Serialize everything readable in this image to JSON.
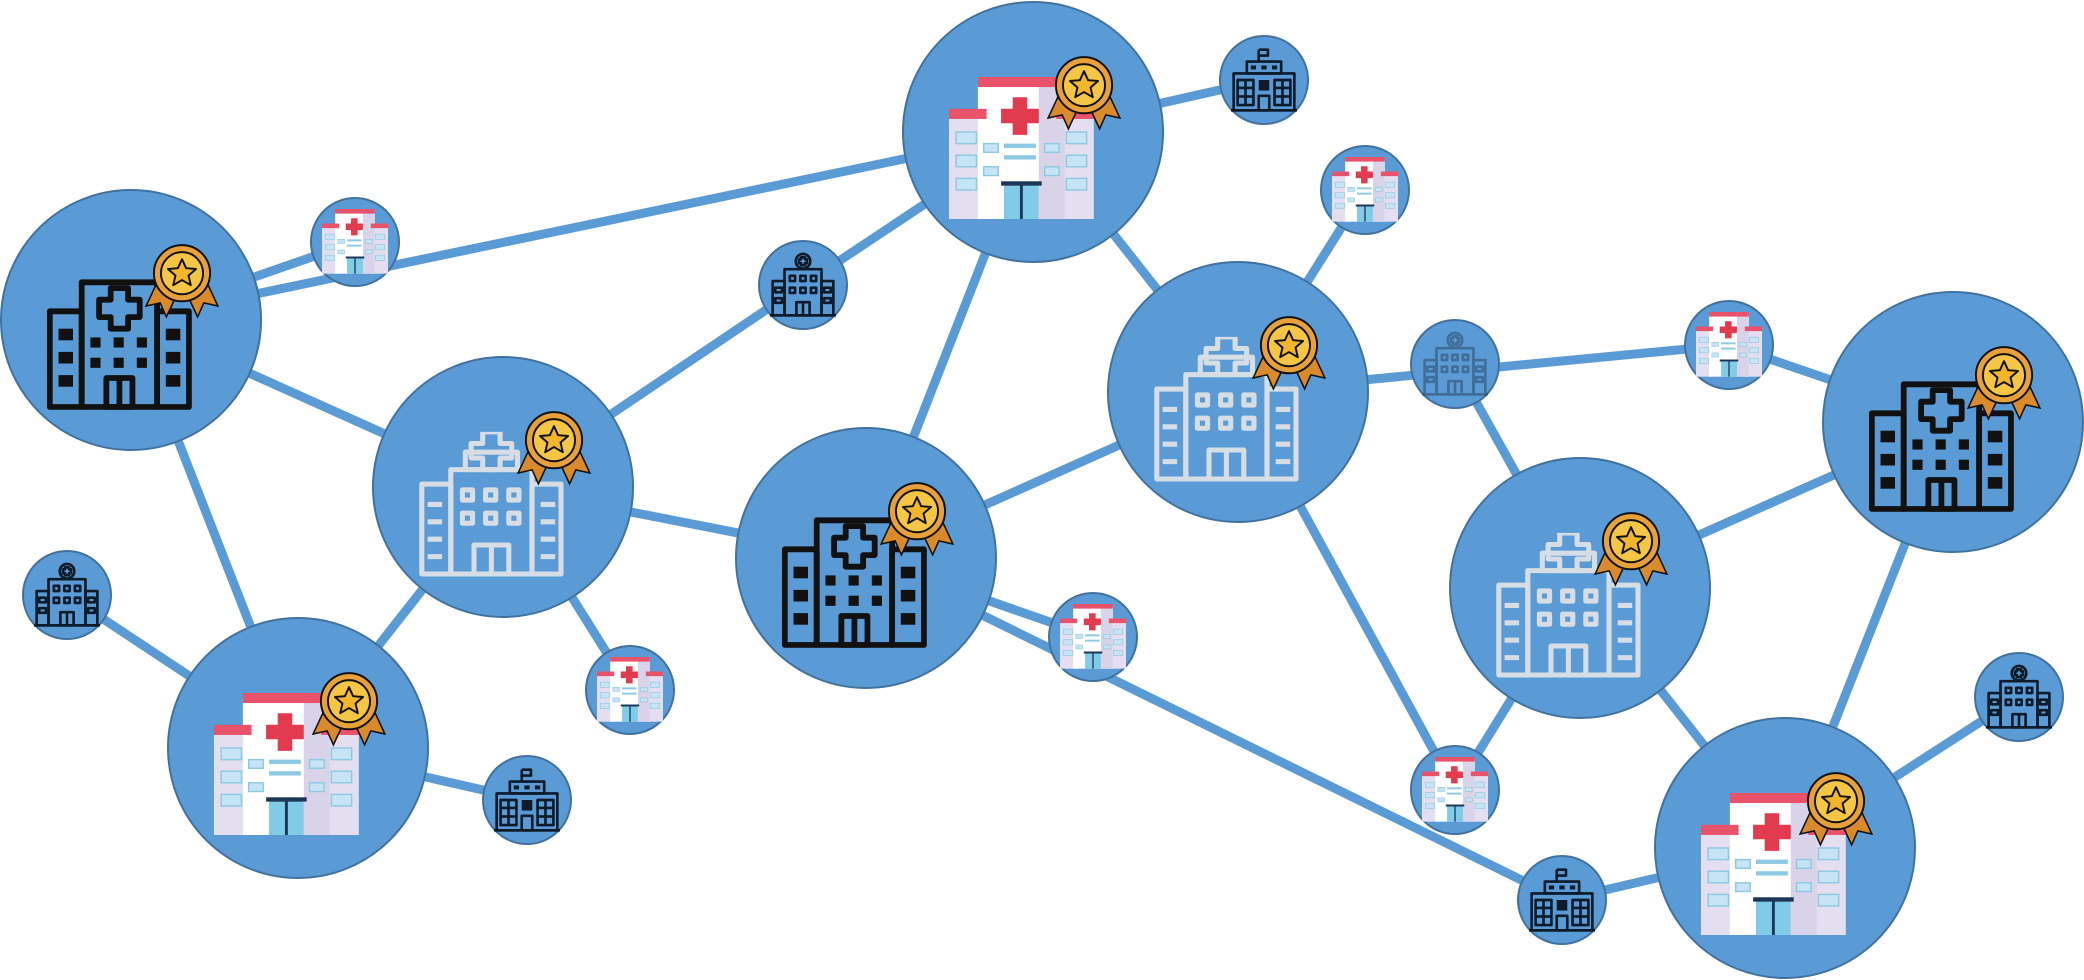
{
  "colors": {
    "node_fill": "#5b9bd5",
    "node_stroke": "#41729f",
    "edge": "#5b9bd5",
    "icon_dark": "#111111",
    "icon_navy": "#0d1b2a",
    "icon_light": "#d6dde5",
    "icon_colored_wall": "#ffffff",
    "icon_colored_side": "#c8c0dd",
    "icon_colored_roof": "#e8536b",
    "icon_colored_cross": "#e23b4f",
    "icon_colored_window": "#c6e4f3",
    "icon_colored_door": "#7fcbe8",
    "medal_gold": "#f5c646",
    "medal_rim": "#e8a13a",
    "medal_ribbon": "#d98a2c",
    "star": "#f2b52b"
  },
  "nodes": [
    {
      "id": "hub-top-center",
      "size": "hub",
      "icon": "hospital-colored-icon",
      "badge": "star-medal-icon"
    },
    {
      "id": "hub-left",
      "size": "hub",
      "icon": "hospital-outline-dark-icon",
      "badge": "star-medal-icon"
    },
    {
      "id": "hub-center-left",
      "size": "hub",
      "icon": "hospital-outline-light-icon",
      "badge": "star-medal-icon"
    },
    {
      "id": "hub-center",
      "size": "hub",
      "icon": "hospital-outline-dark-icon",
      "badge": "star-medal-icon"
    },
    {
      "id": "hub-center-right",
      "size": "hub",
      "icon": "hospital-outline-light-icon",
      "badge": "star-medal-icon"
    },
    {
      "id": "hub-bottom-left",
      "size": "hub",
      "icon": "hospital-colored-icon",
      "badge": "star-medal-icon"
    },
    {
      "id": "hub-right-middle",
      "size": "hub",
      "icon": "hospital-outline-light-icon",
      "badge": "star-medal-icon"
    },
    {
      "id": "hub-far-right",
      "size": "hub",
      "icon": "hospital-outline-dark-icon",
      "badge": "star-medal-icon"
    },
    {
      "id": "hub-bottom-right",
      "size": "hub",
      "icon": "hospital-colored-icon",
      "badge": "star-medal-icon"
    },
    {
      "id": "small-top-right-building",
      "size": "small",
      "icon": "building-flag-icon"
    },
    {
      "id": "small-top-left-hospital",
      "size": "small",
      "icon": "hospital-colored-icon"
    },
    {
      "id": "small-mid-clinic",
      "size": "small",
      "icon": "clinic-outline-icon"
    },
    {
      "id": "small-upper-right-hospital",
      "size": "small",
      "icon": "hospital-colored-icon"
    },
    {
      "id": "small-right-clinic-faded",
      "size": "small",
      "icon": "clinic-outline-faded-icon"
    },
    {
      "id": "small-right-top-hospital",
      "size": "small",
      "icon": "hospital-colored-icon"
    },
    {
      "id": "small-far-left-clinic",
      "size": "small",
      "icon": "clinic-outline-icon"
    },
    {
      "id": "small-lower-mid-hospital",
      "size": "small",
      "icon": "hospital-colored-icon"
    },
    {
      "id": "small-bottom-left-building",
      "size": "small",
      "icon": "building-flag-icon"
    },
    {
      "id": "small-center-lower-hospital",
      "size": "small",
      "icon": "hospital-colored-icon"
    },
    {
      "id": "small-bottom-center-hospital",
      "size": "small",
      "icon": "hospital-colored-icon"
    },
    {
      "id": "small-bottom-building",
      "size": "small",
      "icon": "building-flag-icon"
    },
    {
      "id": "small-far-right-clinic",
      "size": "small",
      "icon": "clinic-outline-icon"
    }
  ],
  "edges": [
    [
      "hub-left",
      "hub-top-center"
    ],
    [
      "hub-top-center",
      "small-top-right-building"
    ],
    [
      "hub-left",
      "small-top-left-hospital"
    ],
    [
      "hub-left",
      "hub-center-left"
    ],
    [
      "hub-left",
      "hub-bottom-left"
    ],
    [
      "hub-center-left",
      "small-mid-clinic"
    ],
    [
      "small-mid-clinic",
      "hub-top-center"
    ],
    [
      "hub-top-center",
      "hub-center"
    ],
    [
      "hub-top-center",
      "hub-center-right"
    ],
    [
      "hub-center-right",
      "small-upper-right-hospital"
    ],
    [
      "hub-center-left",
      "hub-center"
    ],
    [
      "hub-center-left",
      "hub-bottom-left"
    ],
    [
      "hub-center-left",
      "small-lower-mid-hospital"
    ],
    [
      "small-far-left-clinic",
      "hub-bottom-left"
    ],
    [
      "hub-bottom-left",
      "small-bottom-left-building"
    ],
    [
      "hub-center",
      "hub-center-right"
    ],
    [
      "hub-center",
      "small-center-lower-hospital"
    ],
    [
      "hub-center",
      "small-bottom-building"
    ],
    [
      "hub-center-right",
      "small-right-top-hospital"
    ],
    [
      "hub-center-right",
      "small-bottom-center-hospital"
    ],
    [
      "hub-center",
      "hub-center-right-lower-link"
    ],
    [
      "small-right-clinic-faded",
      "hub-right-middle"
    ],
    [
      "small-right-top-hospital",
      "hub-far-right"
    ],
    [
      "hub-right-middle",
      "hub-far-right"
    ],
    [
      "hub-right-middle",
      "small-bottom-center-hospital"
    ],
    [
      "hub-right-middle",
      "hub-bottom-right"
    ],
    [
      "hub-far-right",
      "hub-bottom-right"
    ],
    [
      "small-bottom-building",
      "hub-bottom-right"
    ],
    [
      "hub-bottom-right",
      "small-far-right-clinic"
    ]
  ]
}
